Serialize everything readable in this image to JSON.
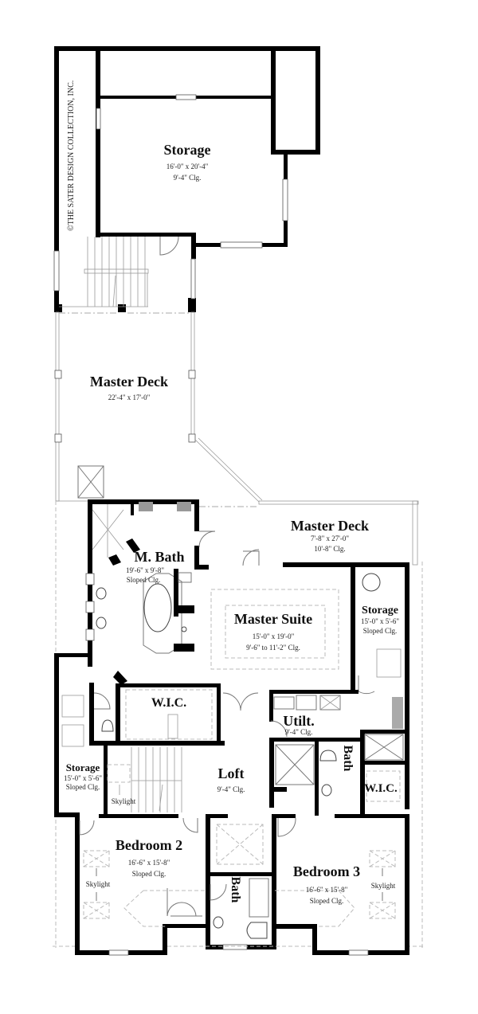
{
  "plan": {
    "copyright": "©THE SATER DESIGN COLLECTION, INC.",
    "rooms": [
      {
        "id": "storage-top",
        "name": "Storage",
        "dims": "16'-0\" x 20'-4\"",
        "ceiling": "9'-4\" Clg."
      },
      {
        "id": "master-deck-upper",
        "name": "Master Deck",
        "dims": "22'-4\" x 17'-0\"",
        "ceiling": ""
      },
      {
        "id": "master-deck-lower",
        "name": "Master Deck",
        "dims": "7'-8\" x 27'-0\"",
        "ceiling": "10'-8\" Clg."
      },
      {
        "id": "m-bath",
        "name": "M. Bath",
        "dims": "19'-6\" x 9'-8\"",
        "ceiling": "Sloped Clg."
      },
      {
        "id": "master-suite",
        "name": "Master Suite",
        "dims": "15'-0\" x 19'-0\"",
        "ceiling": "9'-6\" to 11'-2\" Clg."
      },
      {
        "id": "storage-right",
        "name": "Storage",
        "dims": "15'-0\" x 5'-6\"",
        "ceiling": "Sloped Clg."
      },
      {
        "id": "wic-master",
        "name": "W.I.C.",
        "dims": "",
        "ceiling": ""
      },
      {
        "id": "utility",
        "name": "Utilt.",
        "dims": "",
        "ceiling": "9'-4\" Clg."
      },
      {
        "id": "storage-left",
        "name": "Storage",
        "dims": "15'-0\" x 5'-6\"",
        "ceiling": "Sloped Clg."
      },
      {
        "id": "loft",
        "name": "Loft",
        "dims": "",
        "ceiling": "9'-4\" Clg."
      },
      {
        "id": "bath-right",
        "name": "Bath",
        "dims": "",
        "ceiling": ""
      },
      {
        "id": "wic-right",
        "name": "W.I.C.",
        "dims": "",
        "ceiling": ""
      },
      {
        "id": "bedroom-2",
        "name": "Bedroom 2",
        "dims": "16'-6\" x 15'-8\"",
        "ceiling": "Sloped Clg."
      },
      {
        "id": "bedroom-3",
        "name": "Bedroom 3",
        "dims": "16'-6\" x 15'-8\"",
        "ceiling": "Sloped Clg."
      },
      {
        "id": "bath-center",
        "name": "Bath",
        "dims": "",
        "ceiling": ""
      }
    ],
    "skylight_labels": [
      {
        "id": "skylight-stair",
        "label": "Skylight"
      },
      {
        "id": "skylight-bed2",
        "label": "Skylight"
      },
      {
        "id": "skylight-bed3",
        "label": "Skylight"
      }
    ]
  }
}
